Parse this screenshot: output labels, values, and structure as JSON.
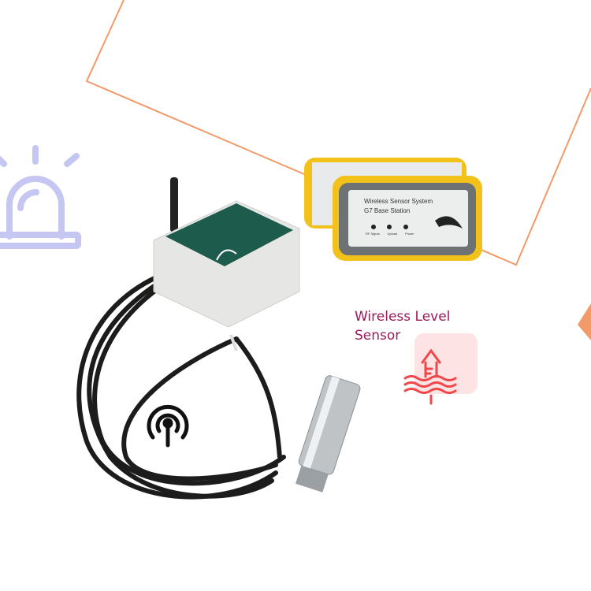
{
  "product_title": "Wireless Level Sensor",
  "base_station": {
    "line1": "Wireless Sensor System",
    "line2": "G7 Base Station",
    "leds": [
      "RF Signal",
      "Upload",
      "Power"
    ]
  },
  "colors": {
    "accent_line": "#f39a6a",
    "title": "#9b1a5a",
    "alarm_icon": "#c5c6f2",
    "level_icon": "#f0474a",
    "level_icon_bg": "#fde3e3",
    "bumper": "#f2c21a"
  },
  "icons": [
    "alarm-light-icon",
    "wireless-signal-icon",
    "water-level-icon"
  ]
}
